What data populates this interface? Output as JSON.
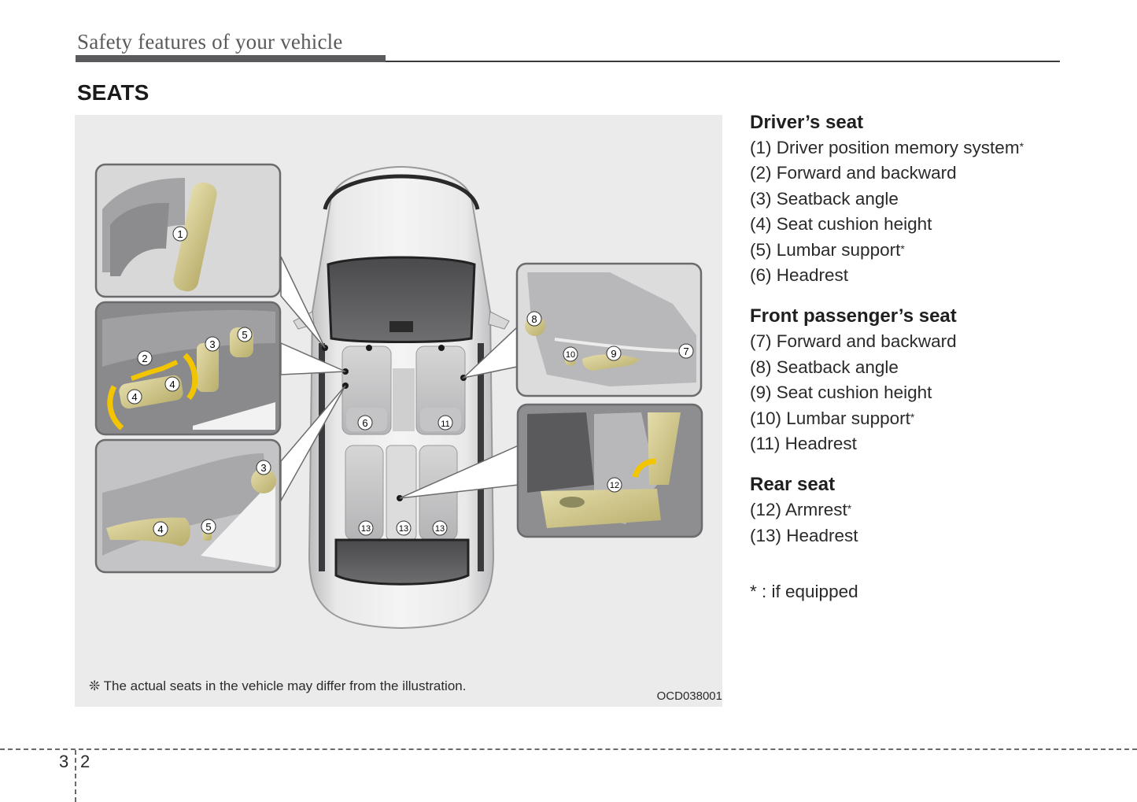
{
  "header": {
    "chapter_title": "Safety features of your vehicle",
    "section_title": "SEATS"
  },
  "figure": {
    "note": "❊ The actual seats in the vehicle may differ from the illustration.",
    "code": "OCD038001",
    "callouts": {
      "c1": "1",
      "c2": "2",
      "c3": "3",
      "c4": "4",
      "c5": "5",
      "c6": "6",
      "c7": "7",
      "c8": "8",
      "c9": "9",
      "c10": "10",
      "c11": "11",
      "c12": "12",
      "c13": "13"
    },
    "colors": {
      "control": "#d9d19a",
      "arrow": "#f2c500",
      "panel_border": "#6b6b6d",
      "background": "#ebebec"
    }
  },
  "legend": {
    "drivers_seat": {
      "title": "Driver’s seat",
      "items": [
        {
          "text": "(1) Driver position memory system",
          "equipped_marker": "*"
        },
        {
          "text": "(2) Forward and backward",
          "equipped_marker": ""
        },
        {
          "text": "(3) Seatback angle",
          "equipped_marker": ""
        },
        {
          "text": "(4) Seat cushion height",
          "equipped_marker": ""
        },
        {
          "text": "(5) Lumbar support",
          "equipped_marker": "*"
        },
        {
          "text": "(6) Headrest",
          "equipped_marker": ""
        }
      ]
    },
    "passenger_seat": {
      "title": "Front passenger’s seat",
      "items": [
        {
          "text": "(7) Forward and backward",
          "equipped_marker": ""
        },
        {
          "text": "(8) Seatback angle",
          "equipped_marker": ""
        },
        {
          "text": "(9) Seat cushion height",
          "equipped_marker": ""
        },
        {
          "text": "(10) Lumbar support",
          "equipped_marker": "*"
        },
        {
          "text": "(11) Headrest",
          "equipped_marker": ""
        }
      ]
    },
    "rear_seat": {
      "title": "Rear seat",
      "items": [
        {
          "text": "(12) Armrest",
          "equipped_marker": "*"
        },
        {
          "text": "(13) Headrest",
          "equipped_marker": ""
        }
      ]
    },
    "footnote": "* : if equipped"
  },
  "footer": {
    "chapter_number": "3",
    "page_number": "2"
  }
}
